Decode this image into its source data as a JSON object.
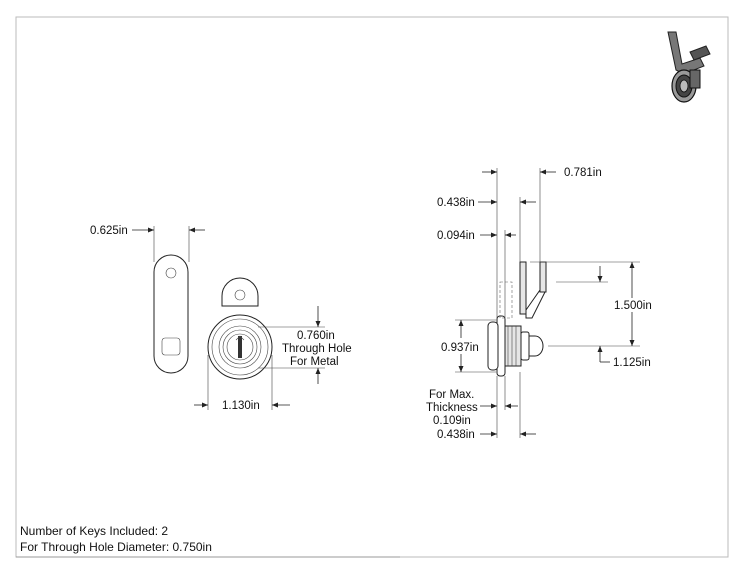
{
  "dimensions": {
    "tab_width": "0.625in",
    "hole_line1": "0.760in",
    "hole_line2": "Through Hole",
    "hole_line3": "For Metal",
    "body_width": "1.130in",
    "top_cam": "0.781in",
    "top_offset": "0.438in",
    "cam_thickness": "0.094in",
    "cam_height": "1.500in",
    "body_height": "0.937in",
    "plug_offset": "1.125in",
    "max_thickness_line1": "For Max.",
    "max_thickness_line2": "Thickness",
    "max_thickness_line3": "0.109in",
    "bottom_offset": "0.438in"
  },
  "notes": {
    "keys": "Number of Keys Included: 2",
    "hole": "For Through Hole Diameter: 0.750in"
  },
  "colors": {
    "frame": "#bbbbbb",
    "line": "#222222",
    "metal": "#c8c8c8"
  }
}
